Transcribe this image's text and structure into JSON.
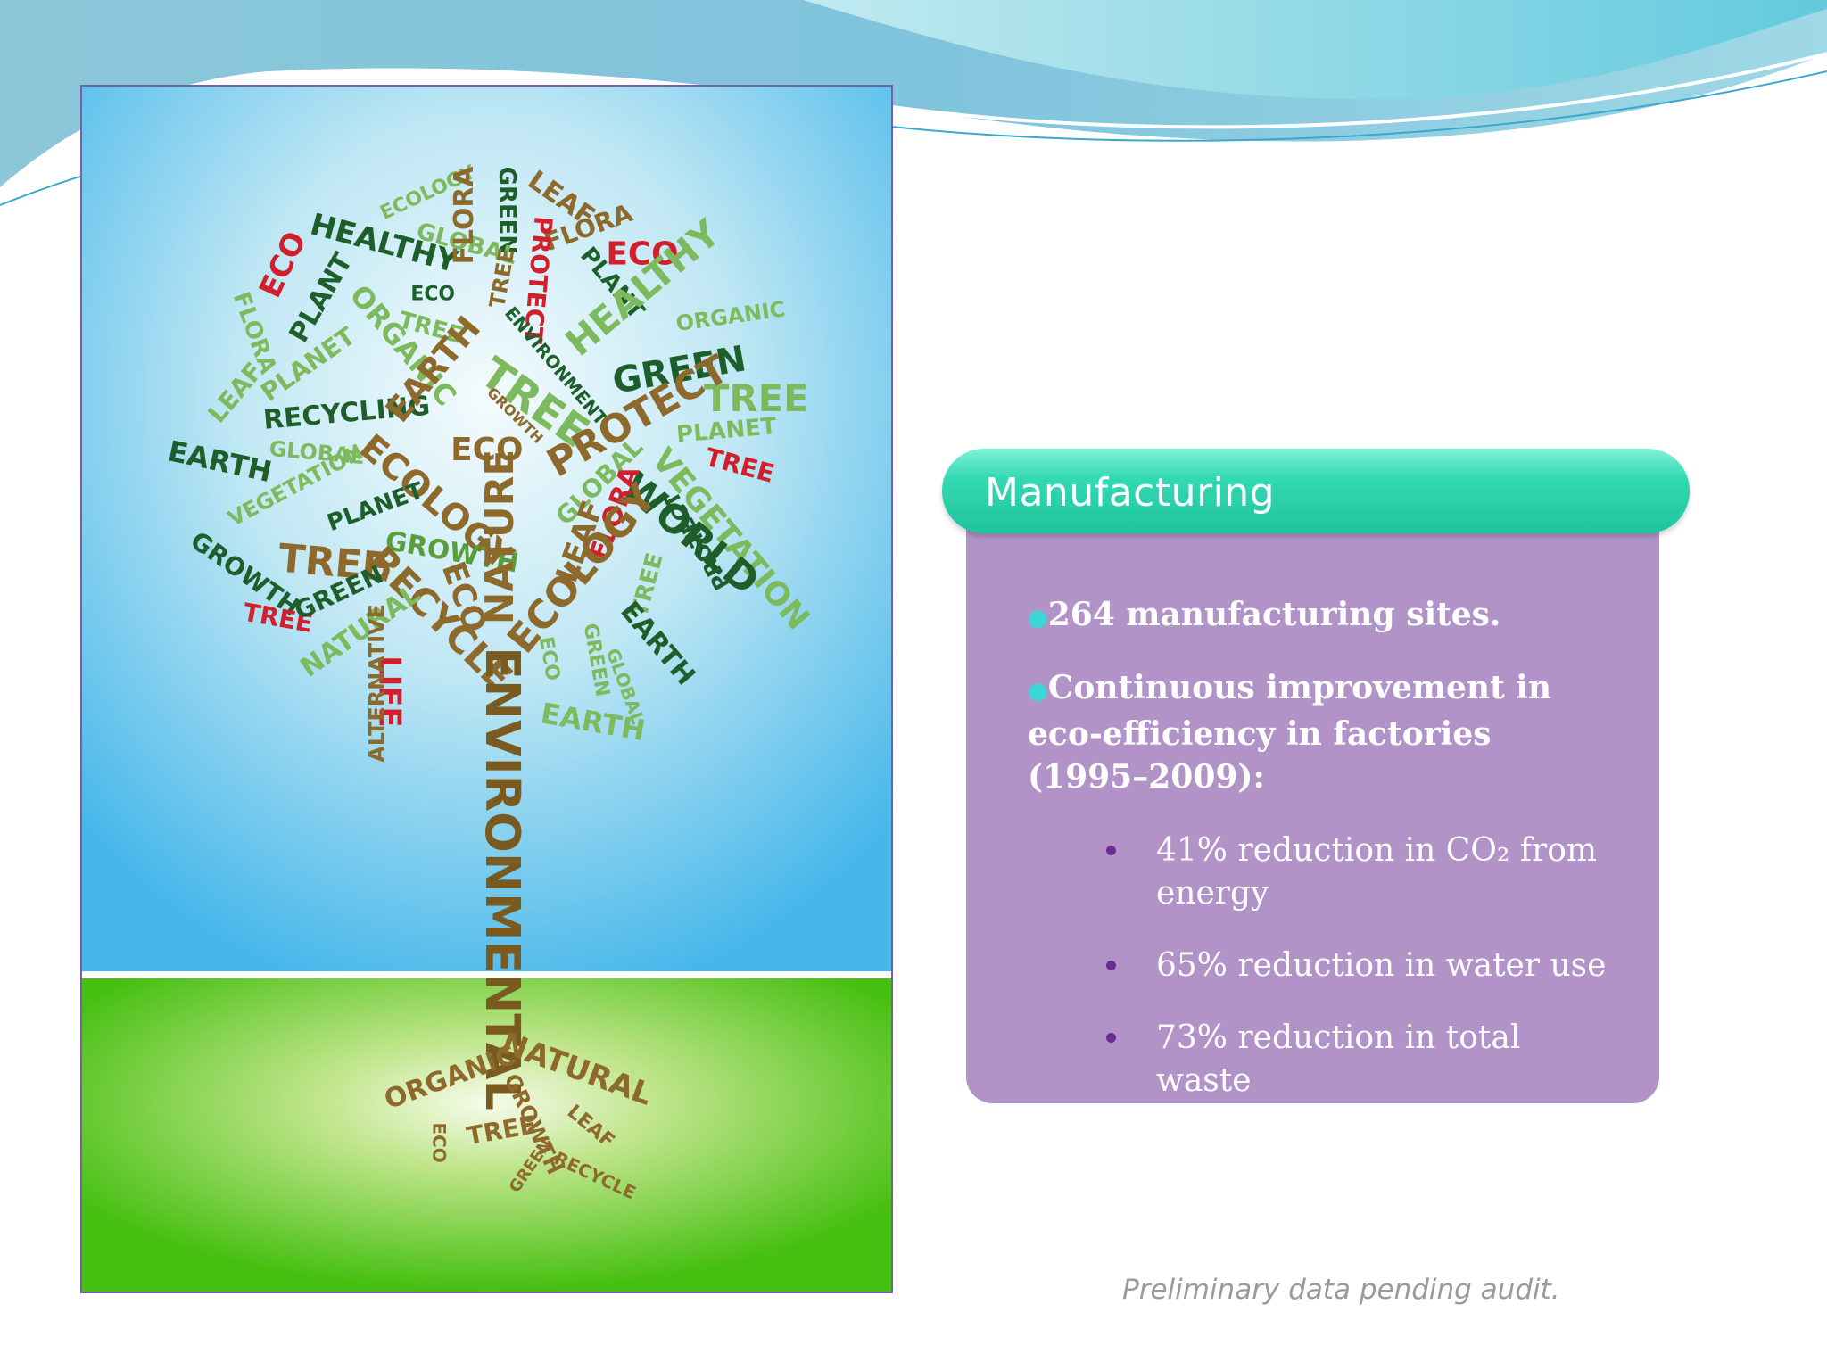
{
  "slide": {
    "header_title": "Manufacturing",
    "bullets": [
      "264 manufacturing sites.",
      "Continuous improvement in eco-efficiency in factories (1995–2009):"
    ],
    "sub_bullets": [
      "41% reduction in CO₂ from energy",
      "65% reduction in water use",
      "73% reduction in total waste"
    ],
    "footnote": "Preliminary data pending audit."
  },
  "poster": {
    "trunk_word": "ENVIRONMENTAL",
    "words": [
      "ECOLOGY",
      "LEAF",
      "GREEN",
      "FLORA",
      "ECO",
      "HEALTHY",
      "GLOBAL",
      "PROTECT",
      "PLANT",
      "ECO",
      "ORGANIC",
      "PLANT",
      "ORGANIC",
      "FLORA",
      "TREE",
      "ENVIRONMENT",
      "HEALTHY",
      "FLORA",
      "PLANET",
      "TREE",
      "GREEN",
      "LEAF",
      "RECYCLING",
      "EARTH",
      "GROWTH",
      "PROTECT",
      "PLANET",
      "TREE",
      "EARTH",
      "GLOBAL",
      "ECO",
      "VEGETATION",
      "ECOLOGY",
      "PLANET",
      "GROWTH",
      "NATURE",
      "GLOBAL",
      "WORLD",
      "GROWTH",
      "TREE",
      "RECYCLE",
      "ECO",
      "LEAF",
      "FLORA",
      "ECOLOGY",
      "TREE",
      "PROTECT",
      "TREE",
      "GREEN",
      "NATURAL",
      "LIFE",
      "ALTERNATIVE",
      "ECO",
      "GREEN",
      "GLOBAL",
      "EARTH",
      "EARTH",
      "ORGANIC",
      "NATURAL",
      "LEAF",
      "ECO",
      "TREE",
      "GROWTH",
      "GREEN",
      "RECYCLE"
    ],
    "colors": {
      "sky_top": "#49b9ea",
      "sky_light": "#e8f7fb",
      "grass": "#49c21a",
      "dark_green": "#1d5e2a",
      "mid_green": "#5a9e3a",
      "light_green": "#7dba5e",
      "red": "#d21f2b",
      "brown": "#8d6a2c"
    }
  },
  "colors": {
    "panel": "#b193c8",
    "header": "#2fd3ad",
    "bullet_dot": "#3cd5d8",
    "sub_dot": "#6a2c8f"
  }
}
